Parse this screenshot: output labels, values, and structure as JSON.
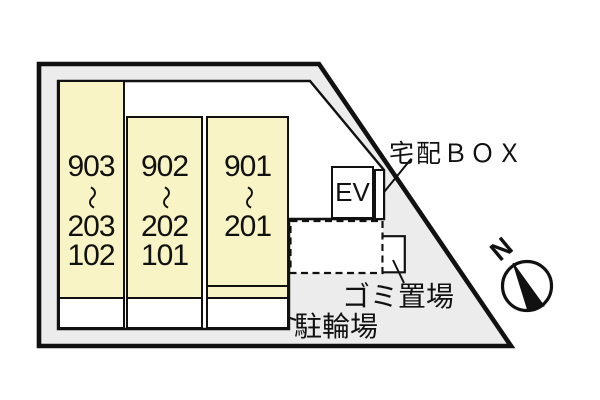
{
  "diagram": {
    "type": "site-plan",
    "blocks": [
      {
        "id": "903",
        "lines": [
          "903",
          "〜",
          "203",
          "102"
        ]
      },
      {
        "id": "902",
        "lines": [
          "902",
          "〜",
          "202",
          "101"
        ]
      },
      {
        "id": "901",
        "lines": [
          "901",
          "〜",
          "201"
        ]
      }
    ],
    "elevator_label": "EV",
    "delivery_box_label": "宅配ＢＯＸ",
    "garbage_area_label": "ゴミ置場",
    "bicycle_parking_label": "駐輪場",
    "compass_north_label": "N",
    "colors": {
      "unit_block_fill": "#f8f4c6",
      "site_ground_fill": "#ececec",
      "outline": "#111111",
      "background": "#ffffff"
    }
  }
}
